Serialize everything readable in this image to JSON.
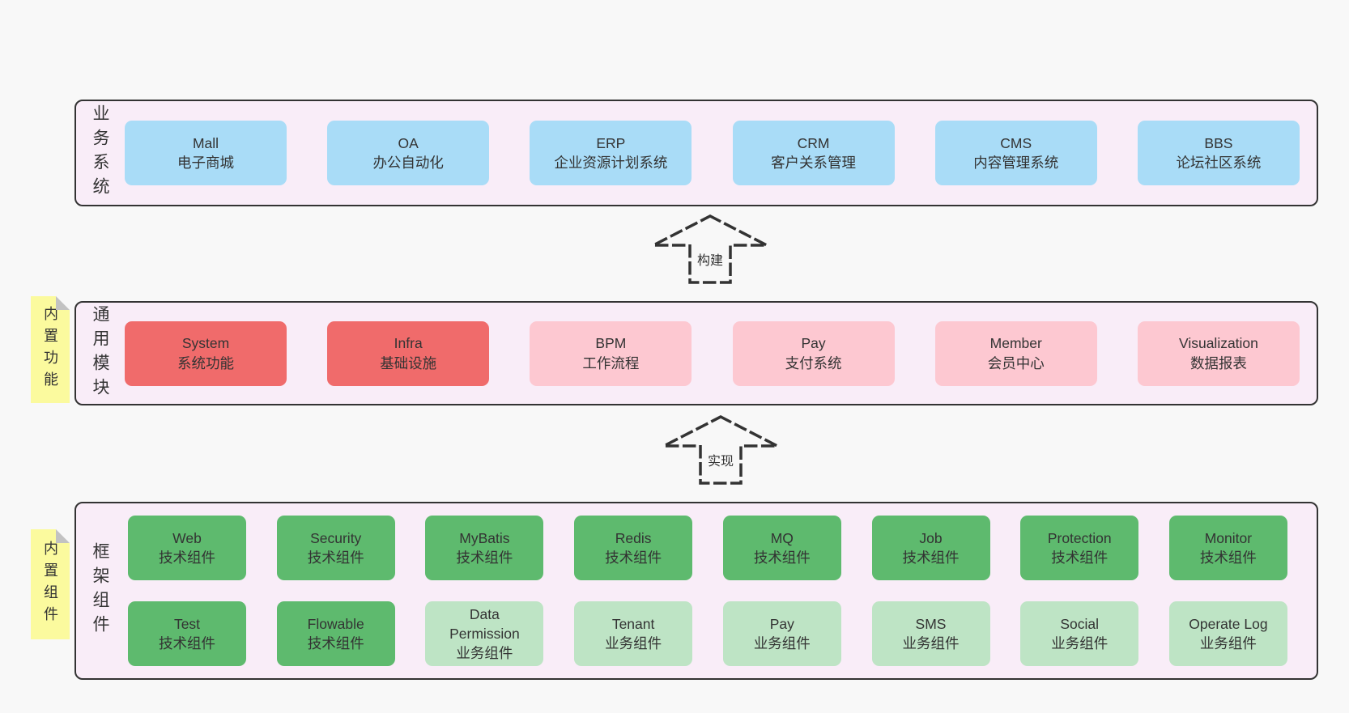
{
  "palette": {
    "page": "#f8f8f8",
    "band": "#f9edf8",
    "border": "#333333",
    "text": "#333333",
    "blue": "#a9dcf7",
    "red": "#f06b6b",
    "pink": "#fdc8d1",
    "green-dark": "#5eba6e",
    "green-light": "#bee4c5",
    "sticky": "#fbfa9e"
  },
  "arrows": [
    {
      "label": "构建"
    },
    {
      "label": "实现"
    }
  ],
  "bands": [
    {
      "label": "业务系统",
      "sticky": null,
      "rows": [
        [
          {
            "name": "Mall",
            "sub": "电子商城",
            "variant": "blue"
          },
          {
            "name": "OA",
            "sub": "办公自动化",
            "variant": "blue"
          },
          {
            "name": "ERP",
            "sub": "企业资源计划系统",
            "variant": "blue"
          },
          {
            "name": "CRM",
            "sub": "客户关系管理",
            "variant": "blue"
          },
          {
            "name": "CMS",
            "sub": "内容管理系统",
            "variant": "blue"
          },
          {
            "name": "BBS",
            "sub": "论坛社区系统",
            "variant": "blue"
          }
        ]
      ]
    },
    {
      "label": "通用模块",
      "sticky": "内置功能",
      "rows": [
        [
          {
            "name": "System",
            "sub": "系统功能",
            "variant": "red"
          },
          {
            "name": "Infra",
            "sub": "基础设施",
            "variant": "red"
          },
          {
            "name": "BPM",
            "sub": "工作流程",
            "variant": "pink"
          },
          {
            "name": "Pay",
            "sub": "支付系统",
            "variant": "pink"
          },
          {
            "name": "Member",
            "sub": "会员中心",
            "variant": "pink"
          },
          {
            "name": "Visualization",
            "sub": "数据报表",
            "variant": "pink"
          }
        ]
      ]
    },
    {
      "label": "框架组件",
      "sticky": "内置组件",
      "rows": [
        [
          {
            "name": "Web",
            "sub": "技术组件",
            "variant": "green-dark"
          },
          {
            "name": "Security",
            "sub": "技术组件",
            "variant": "green-dark"
          },
          {
            "name": "MyBatis",
            "sub": "技术组件",
            "variant": "green-dark"
          },
          {
            "name": "Redis",
            "sub": "技术组件",
            "variant": "green-dark"
          },
          {
            "name": "MQ",
            "sub": "技术组件",
            "variant": "green-dark"
          },
          {
            "name": "Job",
            "sub": "技术组件",
            "variant": "green-dark"
          },
          {
            "name": "Protection",
            "sub": "技术组件",
            "variant": "green-dark"
          },
          {
            "name": "Monitor",
            "sub": "技术组件",
            "variant": "green-dark"
          }
        ],
        [
          {
            "name": "Test",
            "sub": "技术组件",
            "variant": "green-dark"
          },
          {
            "name": "Flowable",
            "sub": "技术组件",
            "variant": "green-dark"
          },
          {
            "name": "Data Permission",
            "sub": "业务组件",
            "variant": "green-light"
          },
          {
            "name": "Tenant",
            "sub": "业务组件",
            "variant": "green-light"
          },
          {
            "name": "Pay",
            "sub": "业务组件",
            "variant": "green-light"
          },
          {
            "name": "SMS",
            "sub": "业务组件",
            "variant": "green-light"
          },
          {
            "name": "Social",
            "sub": "业务组件",
            "variant": "green-light"
          },
          {
            "name": "Operate Log",
            "sub": "业务组件",
            "variant": "green-light"
          }
        ]
      ]
    }
  ]
}
